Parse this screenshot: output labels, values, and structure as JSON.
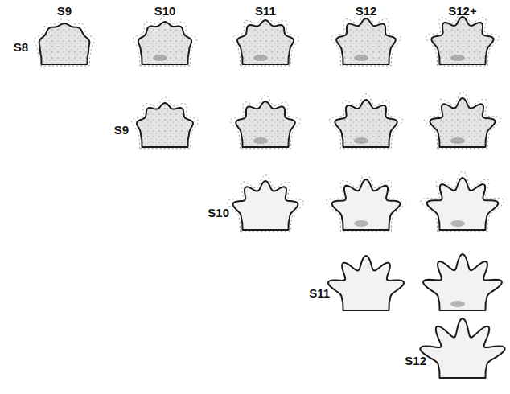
{
  "diagram": {
    "labels": [
      "S9",
      "S10",
      "S11",
      "S12",
      "S12+",
      "S8",
      "S9",
      "S10",
      "S11",
      "S12"
    ]
  }
}
